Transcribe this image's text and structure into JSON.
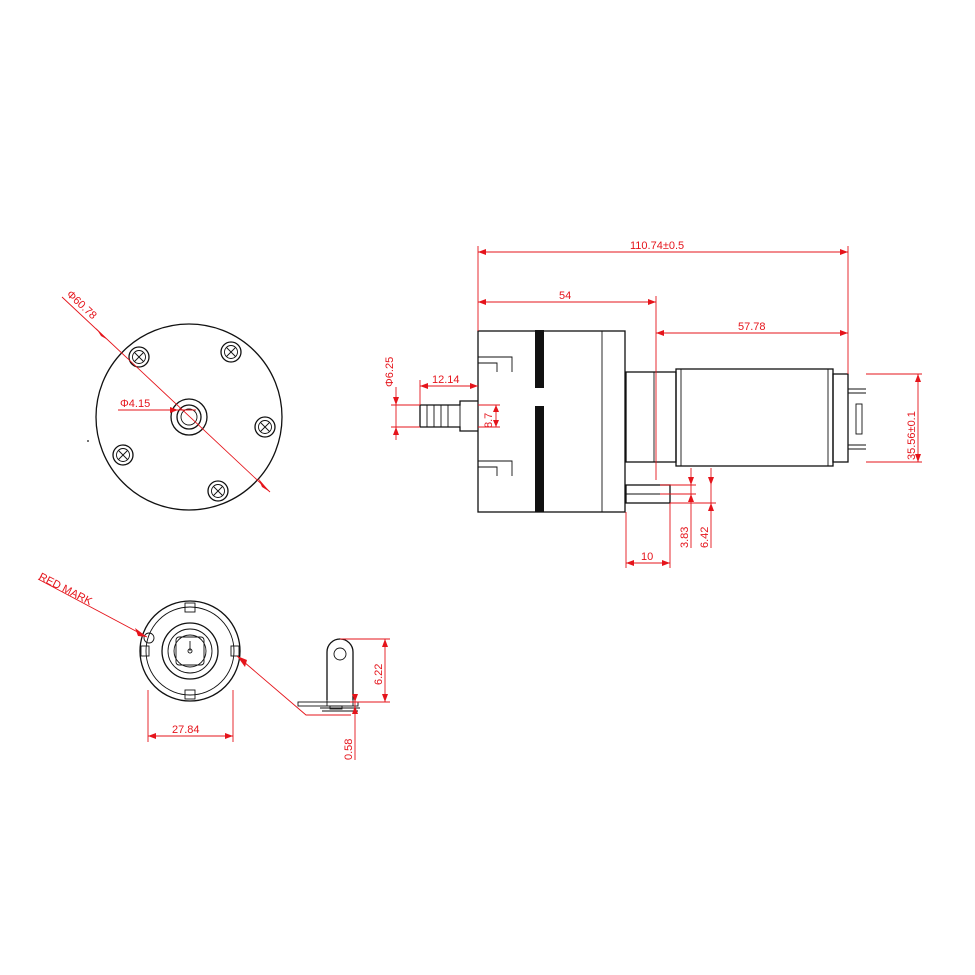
{
  "colors": {
    "dimension": "#e5141b",
    "outline": "#111111",
    "background": "#ffffff"
  },
  "labels": {
    "outer_diameter": "Φ60.78",
    "shaft_diameter": "Φ4.15",
    "red_mark": "RED MARK",
    "width_27_84": "27.84",
    "terminal_height": "6.22",
    "terminal_thickness": "0.58",
    "total_length": "110.74±0.5",
    "pump_length": "54",
    "motor_length": "57.78",
    "motor_diameter": "35.56±0.1",
    "nozzle_diameter": "Φ6.25",
    "nozzle_length": "12.14",
    "nozzle_inner": "8.7",
    "bracket_10": "10",
    "bracket_3_83": "3.83",
    "bracket_6_42": "6.42"
  }
}
